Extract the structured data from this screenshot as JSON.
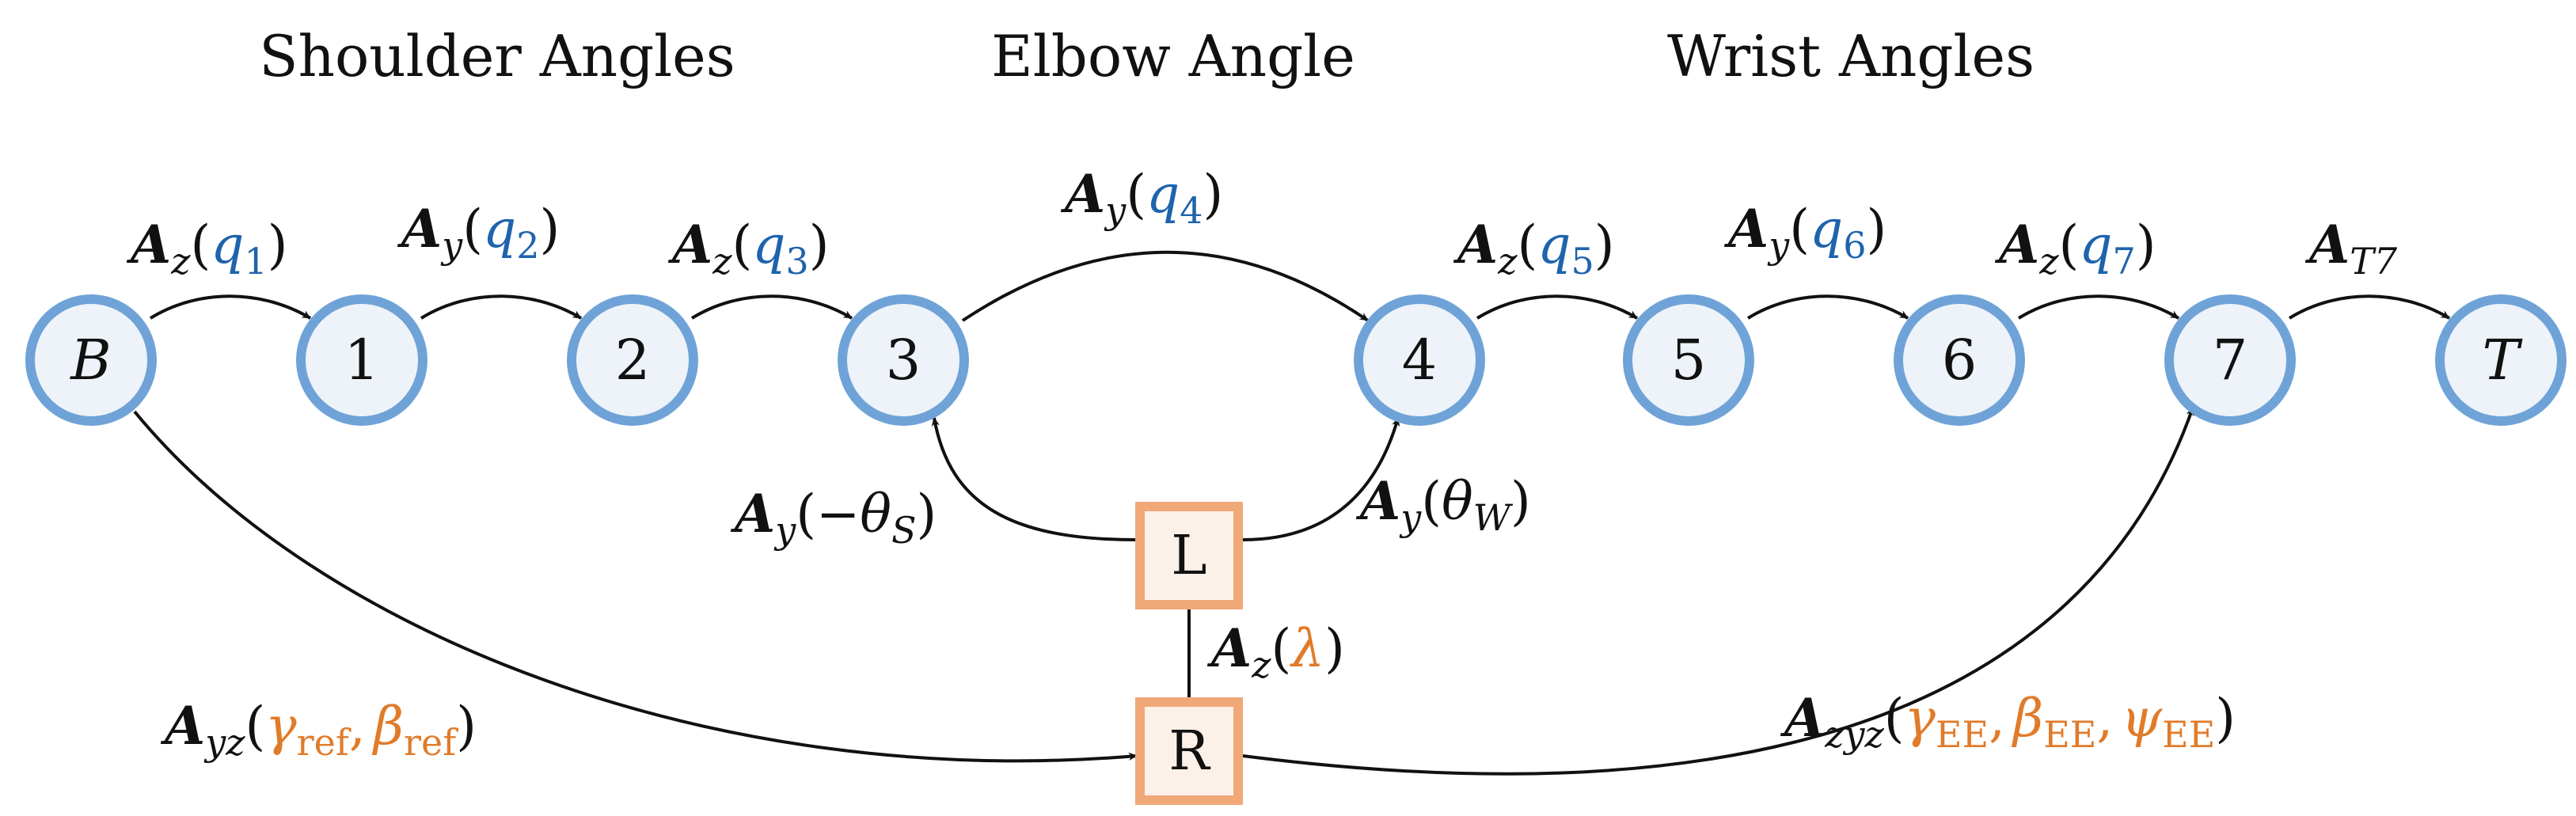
{
  "headers": {
    "shoulder": "Shoulder Angles",
    "elbow": "Elbow Angle",
    "wrist": "Wrist Angles"
  },
  "nodes": {
    "B": "B",
    "n1": "1",
    "n2": "2",
    "n3": "3",
    "n4": "4",
    "n5": "5",
    "n6": "6",
    "n7": "7",
    "T": "T"
  },
  "boxes": {
    "L": "L",
    "R": "R"
  },
  "edges": {
    "e_B_1": {
      "A": "A",
      "sub": "z",
      "var": "q",
      "idx": "1"
    },
    "e_1_2": {
      "A": "A",
      "sub": "y",
      "var": "q",
      "idx": "2"
    },
    "e_2_3": {
      "A": "A",
      "sub": "z",
      "var": "q",
      "idx": "3"
    },
    "e_3_4": {
      "A": "A",
      "sub": "y",
      "var": "q",
      "idx": "4"
    },
    "e_4_5": {
      "A": "A",
      "sub": "z",
      "var": "q",
      "idx": "5"
    },
    "e_5_6": {
      "A": "A",
      "sub": "y",
      "var": "q",
      "idx": "6"
    },
    "e_6_7": {
      "A": "A",
      "sub": "z",
      "var": "q",
      "idx": "7"
    },
    "e_7_T": {
      "A": "A",
      "sub": "T7"
    },
    "e_L_3": {
      "A": "A",
      "sub": "y",
      "arg": "−θ",
      "argsub": "S"
    },
    "e_L_4": {
      "A": "A",
      "sub": "y",
      "arg": "θ",
      "argsub": "W"
    },
    "e_R_L": {
      "A": "A",
      "sub": "z",
      "arg": "λ"
    },
    "e_B_R": {
      "A": "A",
      "sub": "yz",
      "g": "γ",
      "gsub": "ref",
      "b": "β",
      "bsub": "ref"
    },
    "e_R_7": {
      "A": "A",
      "sub": "zyz",
      "g": "γ",
      "gsub": "EE",
      "b": "β",
      "bsub": "EE",
      "p": "ψ",
      "psub": "EE"
    }
  },
  "punct": {
    "open": "(",
    "close": ")",
    "comma": ","
  },
  "colors": {
    "node_fill": "#eef3f9",
    "node_stroke": "#6fa3d8",
    "box_fill": "#fcf1e8",
    "box_stroke": "#f0a878",
    "blue": "#1f63ad",
    "orange": "#e07b2a"
  }
}
